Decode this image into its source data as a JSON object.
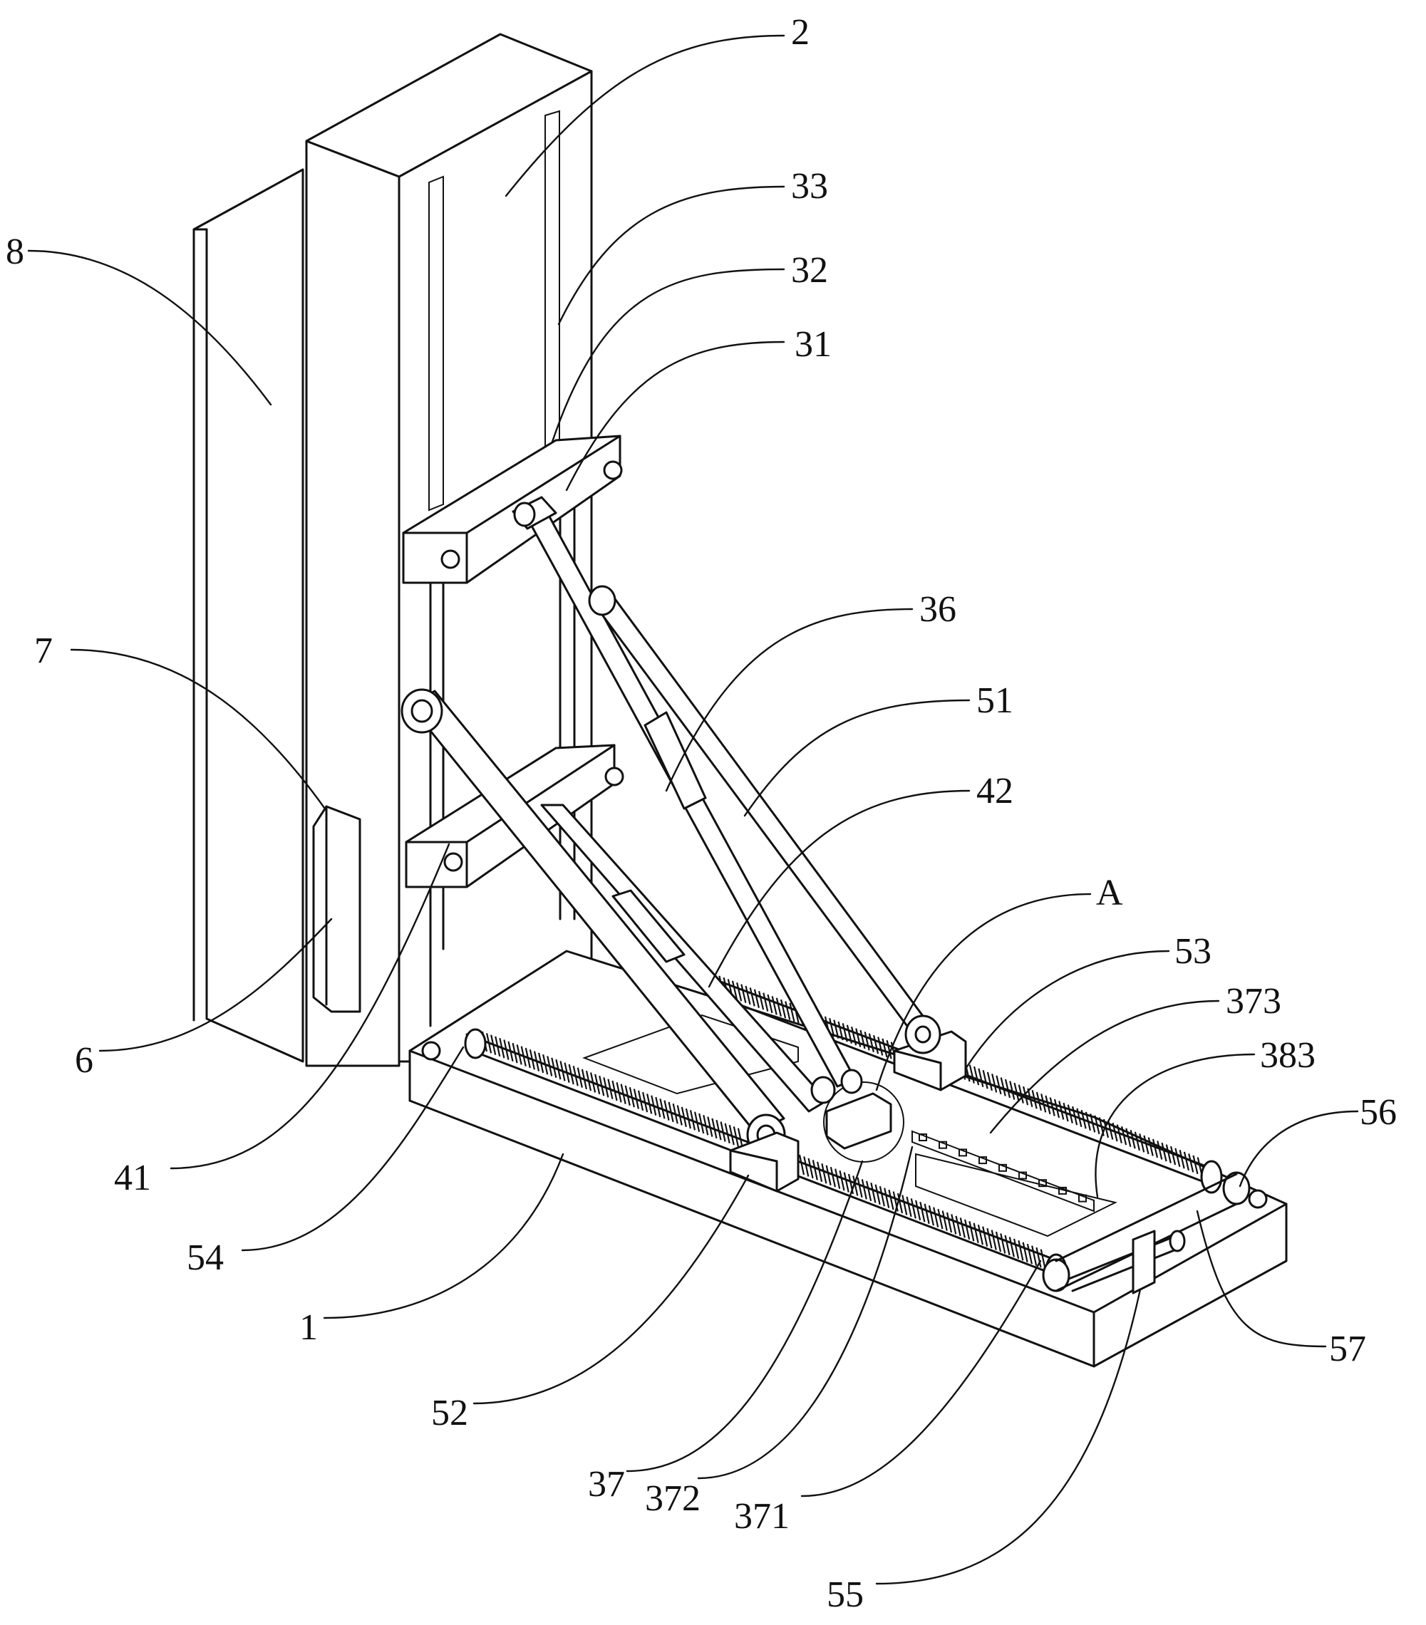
{
  "labels": {
    "l2": "2",
    "l33": "33",
    "l32": "32",
    "l31": "31",
    "l8": "8",
    "l7": "7",
    "l36": "36",
    "l51": "51",
    "l42": "42",
    "lA": "A",
    "l53": "53",
    "l373": "373",
    "l383": "383",
    "l56": "56",
    "l6": "6",
    "l41": "41",
    "l54": "54",
    "l1": "1",
    "l52": "52",
    "l37": "37",
    "l372": "372",
    "l371": "371",
    "l57": "57",
    "l55": "55"
  },
  "colors": {
    "line": "#111111",
    "background": "#ffffff"
  }
}
